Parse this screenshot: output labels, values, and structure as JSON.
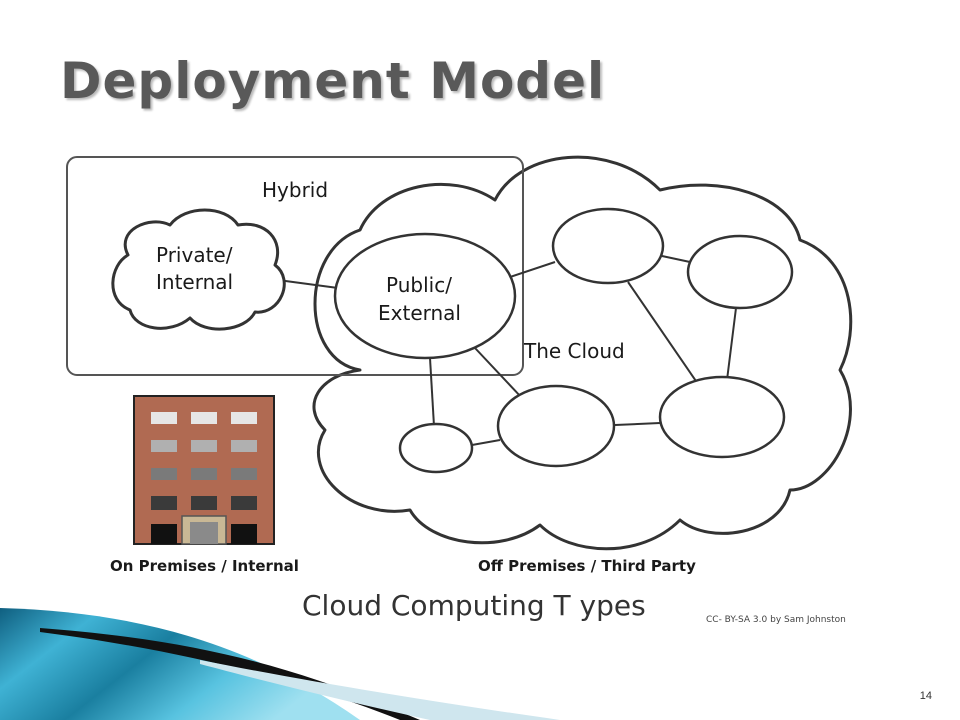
{
  "slide": {
    "title": "Deployment Model",
    "page_number": "14"
  },
  "diagram": {
    "hybrid_label": "Hybrid",
    "private_label_line1": "Private/",
    "private_label_line2": "Internal",
    "public_label_line1": "Public/",
    "public_label_line2": "External",
    "cloud_label": "The Cloud",
    "on_premises_label": "On Premises / Internal",
    "off_premises_label": "Off Premises / Third Party",
    "caption": "Cloud Computing T ypes",
    "credit": "CC- BY-SA 3.0 by Sam Johnston"
  },
  "colors": {
    "title": "#595959",
    "building": "#b06a52",
    "accent_teal": "#1a7fa0"
  }
}
